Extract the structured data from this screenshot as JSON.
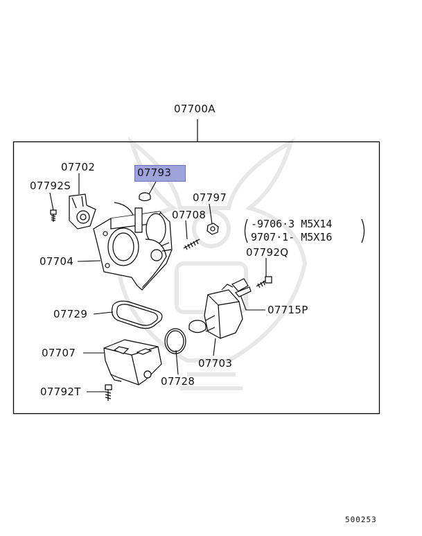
{
  "diagram": {
    "assembly_code": "07700A",
    "catalog_number": "500253",
    "highlight_color": "#9fa3dc",
    "parts": {
      "p07702": "07702",
      "p07792S": "07792S",
      "p07793": "07793",
      "p07797": "07797",
      "p07708": "07708",
      "p07792Q": "07792Q",
      "p07704": "07704",
      "p07729": "07729",
      "p07715P": "07715P",
      "p07707": "07707",
      "p07703": "07703",
      "p07728": "07728",
      "p07792T": "07792T"
    },
    "spec_note": {
      "line1": "-9706·3  M5X14",
      "line2": "9707·1-  M5X16"
    }
  }
}
